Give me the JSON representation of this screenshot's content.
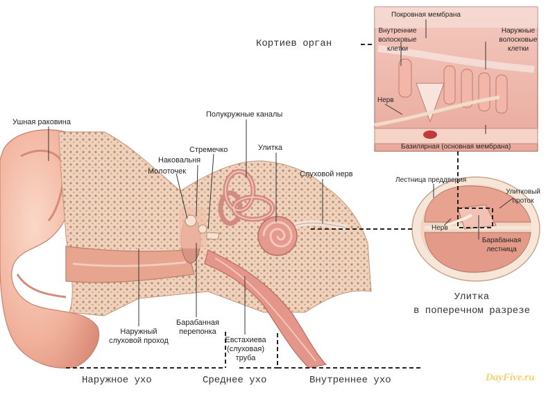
{
  "labels": {
    "pinna": "Ушная раковина",
    "semicircular": "Полукружные каналы",
    "stapes": "Стремечко",
    "incus": "Наковальня",
    "malleus": "Молоточек",
    "cochlea": "Улитка",
    "auditory_nerve": "Слуховой нерв",
    "canal_line1": "Наружный",
    "canal_line2": "слуховой проход",
    "drum_line1": "Барабанная",
    "drum_line2": "перепонка",
    "eust_line1": "Евстахиева",
    "eust_line2": "(слуховая)",
    "eust_line3": "труба"
  },
  "corti": {
    "title": "Кортиев орган",
    "tectorial": "Покровная мембрана",
    "inner_hair_1": "Внутренние",
    "inner_hair_2": "волосковые",
    "inner_hair_3": "клетки",
    "outer_hair_1": "Наружные",
    "outer_hair_2": "волосковые",
    "outer_hair_3": "клетки",
    "nerve": "Нерв",
    "basilar": "Базилярная (основная мембрана)"
  },
  "cross_section": {
    "vestibuli": "Лестница преддверия",
    "duct_1": "Улитковый",
    "duct_2": "проток",
    "nerve": "Нерв",
    "tympani_1": "Барабанная",
    "tympani_2": "лестница",
    "caption_1": "Улитка",
    "caption_2": "в поперечном разрезе"
  },
  "sections": {
    "outer": "Наружное ухо",
    "middle": "Среднее ухо",
    "inner": "Внутреннее ухо"
  },
  "watermark": "DayFive.ru",
  "colors": {
    "skin": "#f0b6a2",
    "skin_dark": "#d98f7d",
    "bone": "#f3d9c6",
    "flesh": "#e8908a",
    "inset_bg": "#f6dcd3"
  }
}
